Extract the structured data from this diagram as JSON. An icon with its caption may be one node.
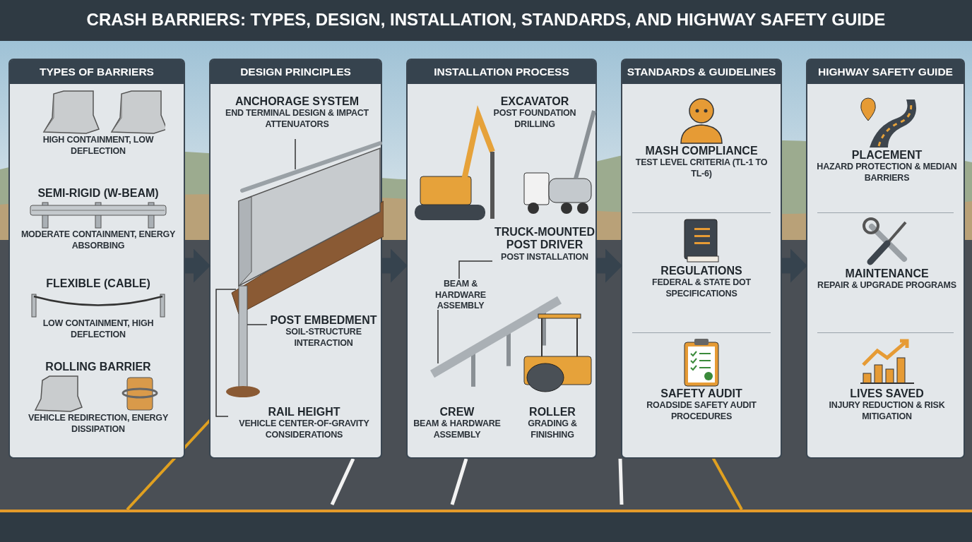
{
  "diagram": {
    "title": "CRASH BARRIERS: TYPES, DESIGN, INSTALLATION, STANDARDS, AND HIGHWAY SAFETY GUIDE",
    "nodes": [
      {
        "text": [
          "TYPES OF BARRIERS"
        ]
      },
      {
        "text": [
          "HIGH CONTAINMENT, LOW DEFLECTION"
        ],
        "in": 0
      },
      {
        "text": [
          "SEMI-RIGID (W-BEAM)",
          "MODERATE CONTAINMENT, ENERGY ABSORBING"
        ],
        "in": 0
      },
      {
        "text": [
          "FLEXIBLE (CABLE)",
          "LOW CONTAINMENT, HIGH DEFLECTION"
        ],
        "in": 0
      },
      {
        "text": [
          "ROLLING BARRIER",
          "VEHICLE REDIRECTION, ENERGY DISSIPATION"
        ],
        "in": 0
      },
      {
        "text": [
          "DESIGN PRINCIPLES"
        ]
      },
      {
        "text": [
          "ANCHORAGE SYSTEM",
          "END TERMINAL DESIGN & IMPACT ATTENUATORS"
        ],
        "in": 5
      },
      {
        "text": [
          "POST EMBEDMENT",
          "SOIL-STRUCTURE INTERACTION"
        ],
        "in": 5
      },
      {
        "text": [
          "RAIL HEIGHT",
          "VEHICLE CENTER-OF-GRAVITY CONSIDERATIONS"
        ],
        "in": 5
      },
      {
        "text": [
          "INSTALLATION PROCESS"
        ]
      },
      {
        "text": [
          "EXCAVATOR",
          "POST FOUNDATION DRILLING"
        ],
        "in": 9
      },
      {
        "text": [
          "TRUCK-MOUNTED POST DRIVER",
          "POST INSTALLATION"
        ],
        "in": 9
      },
      {
        "text": [
          "BEAM & HARDWARE ASSEMBLY"
        ],
        "in": 9
      },
      {
        "text": [
          "CREW",
          "BEAM & HARDWARE ASSEMBLY"
        ],
        "in": 9
      },
      {
        "text": [
          "ROLLER",
          "GRADING & FINISHING"
        ],
        "in": 9
      },
      {
        "text": [
          "STANDARDS & GUIDELINES"
        ]
      },
      {
        "text": [
          "MASH COMPLIANCE",
          "TEST LEVEL CRITERIA (TL-1 TO TL-6)"
        ],
        "in": 15
      },
      {
        "text": [
          "REGULATIONS",
          "FEDERAL & STATE DOT SPECIFICATIONS"
        ],
        "in": 15
      },
      {
        "text": [
          "SAFETY AUDIT",
          "ROADSIDE SAFETY AUDIT PROCEDURES"
        ],
        "in": 15
      },
      {
        "text": [
          "HIGHWAY SAFETY GUIDE"
        ]
      },
      {
        "text": [
          "PLACEMENT",
          "HAZARD PROTECTION & MEDIAN BARRIERS"
        ],
        "in": 19
      },
      {
        "text": [
          "MAINTENANCE",
          "REPAIR & UPGRADE PROGRAMS"
        ],
        "in": 19
      },
      {
        "text": [
          "LIVES SAVED",
          "INJURY REDUCTION & RISK MITIGATION"
        ],
        "in": 19
      }
    ],
    "edges": [
      {
        "from": 0,
        "to": 5,
        "arrow": "to",
        "style": "thick"
      },
      {
        "from": 5,
        "to": 9,
        "arrow": "to",
        "style": "thick"
      },
      {
        "from": 9,
        "to": 15,
        "arrow": "to",
        "style": "thick"
      },
      {
        "from": 15,
        "to": 19,
        "arrow": "to",
        "style": "thick"
      },
      {
        "from": 6,
        "to": null,
        "arrow": "none"
      },
      {
        "from": 7,
        "to": null,
        "arrow": "none"
      },
      {
        "from": 8,
        "to": null,
        "arrow": "none"
      },
      {
        "from": 11,
        "to": 12,
        "arrow": "none"
      },
      {
        "from": 12,
        "to": null,
        "arrow": "none"
      }
    ]
  }
}
